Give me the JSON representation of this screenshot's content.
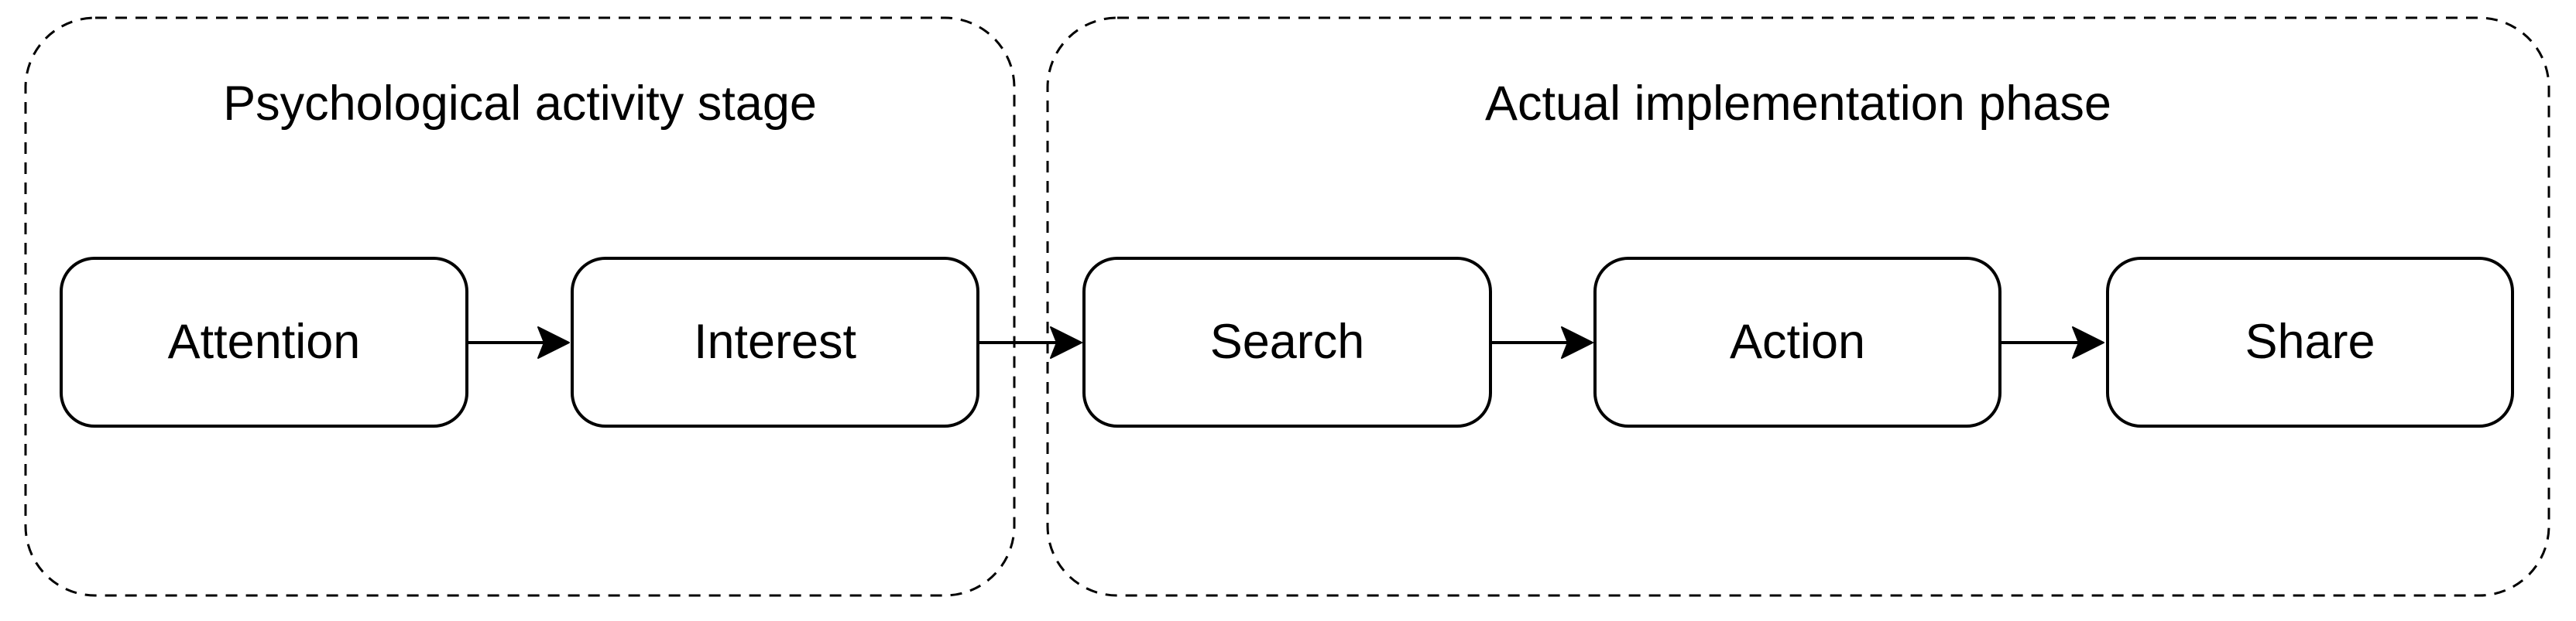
{
  "colors": {
    "stroke": "#000000",
    "text": "#000000",
    "node_fill": "#ffffff",
    "background": "#ffffff"
  },
  "diagram": {
    "type": "flowchart",
    "groups": [
      {
        "title": "Psychological activity stage",
        "nodes": [
          {
            "label": "Attention"
          },
          {
            "label": "Interest"
          }
        ]
      },
      {
        "title": "Actual implementation phase",
        "nodes": [
          {
            "label": "Search"
          },
          {
            "label": "Action"
          },
          {
            "label": "Share"
          }
        ]
      }
    ],
    "flow": [
      "Attention",
      "Interest",
      "Search",
      "Action",
      "Share"
    ],
    "connections": [
      {
        "from": "Attention",
        "to": "Interest"
      },
      {
        "from": "Interest",
        "to": "Search"
      },
      {
        "from": "Search",
        "to": "Action"
      },
      {
        "from": "Action",
        "to": "Share"
      }
    ]
  }
}
